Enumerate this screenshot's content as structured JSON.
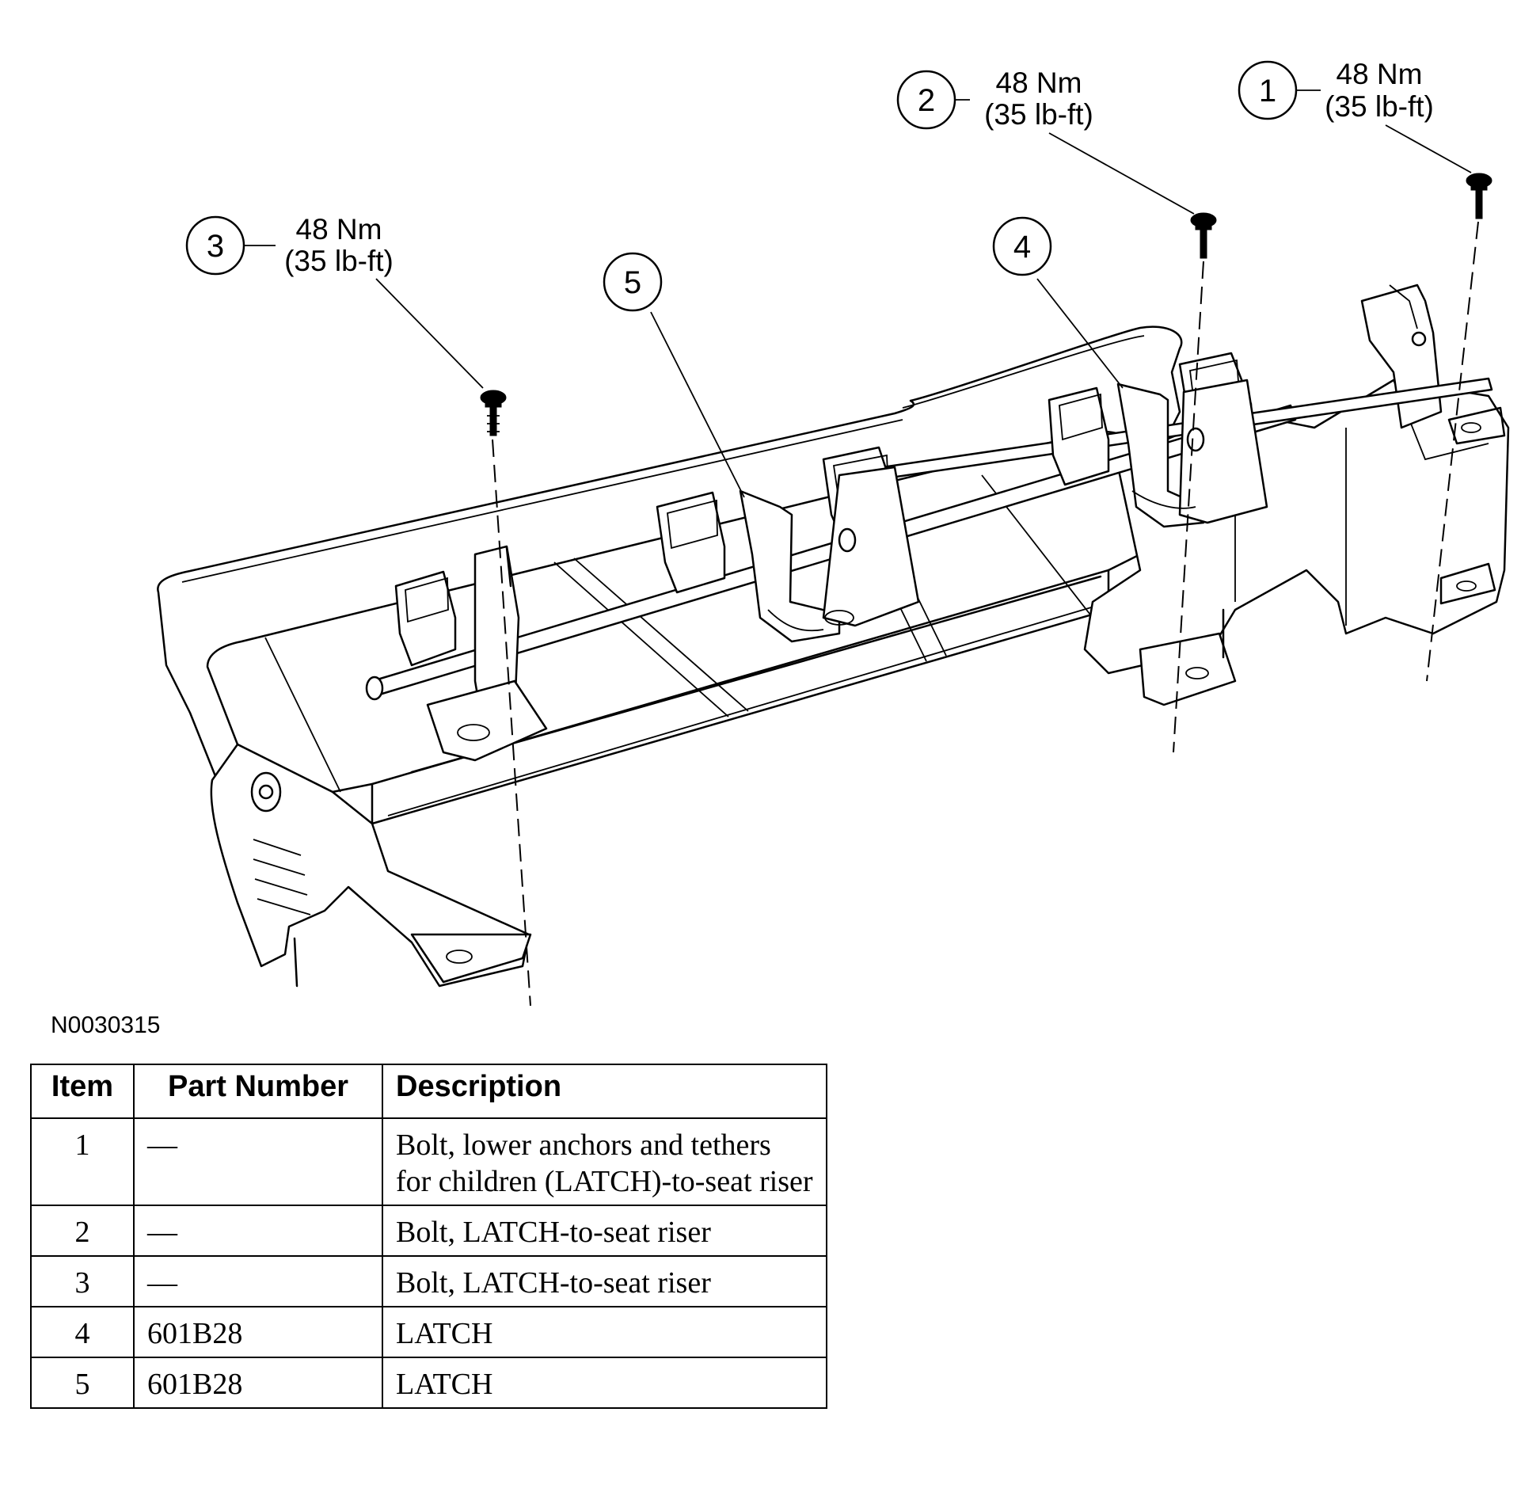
{
  "figure_id": "N0030315",
  "callouts": [
    {
      "number": "1",
      "torque_nm": "48 Nm",
      "torque_lbft": "(35 lb-ft)"
    },
    {
      "number": "2",
      "torque_nm": "48 Nm",
      "torque_lbft": "(35 lb-ft)"
    },
    {
      "number": "3",
      "torque_nm": "48 Nm",
      "torque_lbft": "(35 lb-ft)"
    },
    {
      "number": "4"
    },
    {
      "number": "5"
    }
  ],
  "table": {
    "headers": {
      "item": "Item",
      "part_number": "Part Number",
      "description": "Description"
    },
    "rows": [
      {
        "item": "1",
        "part_number": "—",
        "description": "Bolt, lower anchors and tethers for children (LATCH)-to-seat riser"
      },
      {
        "item": "2",
        "part_number": "—",
        "description": "Bolt, LATCH-to-seat riser"
      },
      {
        "item": "3",
        "part_number": "—",
        "description": "Bolt, LATCH-to-seat riser"
      },
      {
        "item": "4",
        "part_number": "601B28",
        "description": "LATCH"
      },
      {
        "item": "5",
        "part_number": "601B28",
        "description": "LATCH"
      }
    ]
  }
}
